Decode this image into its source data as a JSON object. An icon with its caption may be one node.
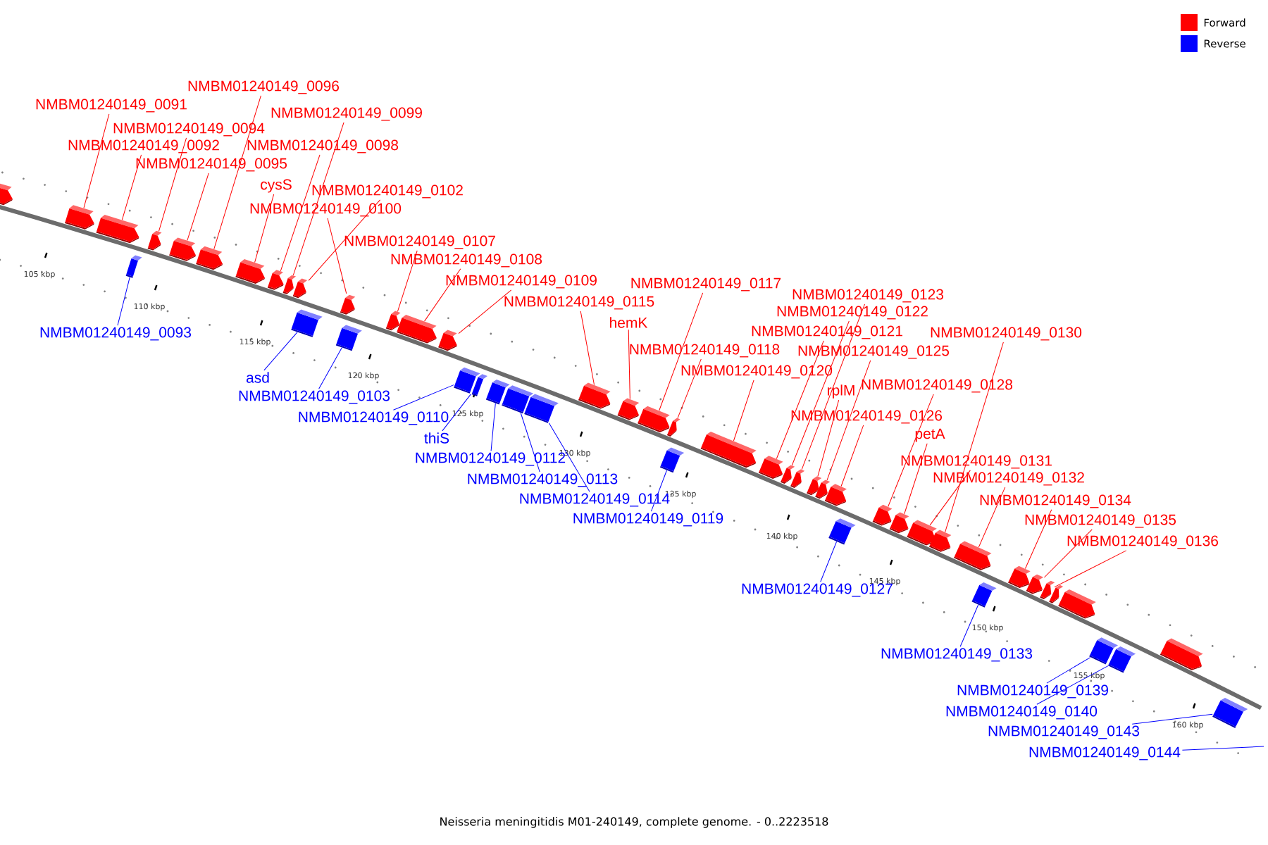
{
  "diagram": {
    "caption": "Neisseria meningitidis M01-240149, complete genome. - 0..2223518",
    "nodes": [
      {
        "text": [
          "NMBM01240149_0091"
        ]
      },
      {
        "text": [
          "NMBM01240149_0096"
        ]
      },
      {
        "text": [
          "NMBM01240149_0099"
        ]
      },
      {
        "text": [
          "NMBM01240149_0094"
        ]
      },
      {
        "text": [
          "NMBM01240149_0092"
        ]
      },
      {
        "text": [
          "NMBM01240149_0098"
        ]
      },
      {
        "text": [
          "NMBM01240149_0095"
        ]
      },
      {
        "text": [
          "cysS"
        ]
      },
      {
        "text": [
          "NMBM01240149_0102"
        ]
      },
      {
        "text": [
          "NMBM01240149_0100"
        ]
      },
      {
        "text": [
          "NMBM01240149_0107"
        ]
      },
      {
        "text": [
          "NMBM01240149_0108"
        ]
      },
      {
        "text": [
          "NMBM01240149_0109"
        ]
      },
      {
        "text": [
          "NMBM01240149_0115"
        ]
      },
      {
        "text": [
          "NMBM01240149_0117"
        ]
      },
      {
        "text": [
          "hemK"
        ]
      },
      {
        "text": [
          "NMBM01240149_0118"
        ]
      },
      {
        "text": [
          "NMBM01240149_0120"
        ]
      },
      {
        "text": [
          "NMBM01240149_0123"
        ]
      },
      {
        "text": [
          "NMBM01240149_0122"
        ]
      },
      {
        "text": [
          "NMBM01240149_0121"
        ]
      },
      {
        "text": [
          "NMBM01240149_0130"
        ]
      },
      {
        "text": [
          "NMBM01240149_0125"
        ]
      },
      {
        "text": [
          "NMBM01240149_0128"
        ]
      },
      {
        "text": [
          "rplM"
        ]
      },
      {
        "text": [
          "NMBM01240149_0126"
        ]
      },
      {
        "text": [
          "petA"
        ]
      },
      {
        "text": [
          "NMBM01240149_0131"
        ]
      },
      {
        "text": [
          "NMBM01240149_0132"
        ]
      },
      {
        "text": [
          "NMBM01240149_0134"
        ]
      },
      {
        "text": [
          "NMBM01240149_0135"
        ]
      },
      {
        "text": [
          "NMBM01240149_0136"
        ]
      },
      {
        "text": [
          "NMBM01240149_0093"
        ]
      },
      {
        "text": [
          "asd"
        ]
      },
      {
        "text": [
          "NMBM01240149_0103"
        ]
      },
      {
        "text": [
          "NMBM01240149_0110"
        ]
      },
      {
        "text": [
          "thiS"
        ]
      },
      {
        "text": [
          "NMBM01240149_0112"
        ]
      },
      {
        "text": [
          "NMBM01240149_0113"
        ]
      },
      {
        "text": [
          "NMBM01240149_0114"
        ]
      },
      {
        "text": [
          "NMBM01240149_0119"
        ]
      },
      {
        "text": [
          "NMBM01240149_0127"
        ]
      },
      {
        "text": [
          "NMBM01240149_0133"
        ]
      },
      {
        "text": [
          "NMBM01240149_0139"
        ]
      },
      {
        "text": [
          "NMBM01240149_0140"
        ]
      },
      {
        "text": [
          "NMBM01240149_0143"
        ]
      },
      {
        "text": [
          "NMBM01240149_0144"
        ]
      },
      {
        "text": [],
        "shape": "pentagon"
      },
      {
        "text": [],
        "shape": "pentagon"
      },
      {
        "text": [],
        "shape": "pentagon"
      },
      {
        "text": [],
        "shape": "pentagon"
      },
      {
        "text": [],
        "shape": "pentagon"
      },
      {
        "text": [],
        "shape": "pentagon"
      },
      {
        "text": [],
        "shape": "pentagon"
      },
      {
        "text": [],
        "shape": "pentagon"
      },
      {
        "text": [],
        "shape": "pentagon"
      },
      {
        "text": [],
        "shape": "pentagon"
      },
      {
        "text": [],
        "shape": "pentagon"
      },
      {
        "text": [],
        "shape": "pentagon"
      },
      {
        "text": [],
        "shape": "pentagon"
      },
      {
        "text": [],
        "shape": "pentagon"
      },
      {
        "text": [],
        "shape": "pentagon"
      },
      {
        "text": [],
        "shape": "pentagon"
      },
      {
        "text": [],
        "shape": "pentagon"
      },
      {
        "text": [],
        "shape": "pentagon"
      },
      {
        "text": [],
        "shape": "pentagon"
      },
      {
        "text": [],
        "shape": "pentagon"
      },
      {
        "text": [],
        "shape": "pentagon"
      },
      {
        "text": [],
        "shape": "pentagon"
      },
      {
        "text": [],
        "shape": "pentagon"
      },
      {
        "text": [],
        "shape": "pentagon"
      },
      {
        "text": [],
        "shape": "pentagon"
      },
      {
        "text": [],
        "shape": "pentagon"
      },
      {
        "text": [],
        "shape": "pentagon"
      },
      {
        "text": [],
        "shape": "pentagon"
      },
      {
        "text": [],
        "shape": "pentagon"
      },
      {
        "text": [],
        "shape": "pentagon"
      },
      {
        "text": [],
        "shape": "pentagon"
      },
      {
        "text": [],
        "shape": "pentagon"
      },
      {
        "text": [],
        "shape": "pentagon"
      },
      {
        "text": [],
        "shape": "pentagon"
      },
      {
        "text": [],
        "shape": "pentagon"
      },
      {
        "text": [],
        "shape": "pentagon"
      },
      {
        "text": [],
        "shape": "box"
      },
      {
        "text": [],
        "shape": "box"
      },
      {
        "text": [],
        "shape": "box"
      },
      {
        "text": [],
        "shape": "box"
      },
      {
        "text": [],
        "shape": "box"
      },
      {
        "text": [],
        "shape": "box"
      },
      {
        "text": [],
        "shape": "box"
      },
      {
        "text": [],
        "shape": "box"
      },
      {
        "text": [],
        "shape": "box"
      },
      {
        "text": [],
        "shape": "box"
      },
      {
        "text": [],
        "shape": "box"
      },
      {
        "text": [],
        "shape": "box"
      },
      {
        "text": [],
        "shape": "box"
      },
      {
        "text": [],
        "shape": "box"
      }
    ],
    "edges": [
      {
        "from": 0,
        "to": 48,
        "arrow": "none"
      },
      {
        "from": 1,
        "to": 52,
        "arrow": "none"
      },
      {
        "from": 2,
        "to": 55,
        "arrow": "none"
      },
      {
        "from": 3,
        "to": 50,
        "arrow": "none"
      },
      {
        "from": 4,
        "to": 49,
        "arrow": "none"
      },
      {
        "from": 5,
        "to": 54,
        "arrow": "none"
      },
      {
        "from": 6,
        "to": 51,
        "arrow": "none"
      },
      {
        "from": 7,
        "to": 53,
        "arrow": "none"
      },
      {
        "from": 8,
        "to": 56,
        "arrow": "none"
      },
      {
        "from": 9,
        "to": 57,
        "arrow": "none"
      },
      {
        "from": 10,
        "to": 58,
        "arrow": "none"
      },
      {
        "from": 11,
        "to": 59,
        "arrow": "none"
      },
      {
        "from": 12,
        "to": 60,
        "arrow": "none"
      },
      {
        "from": 13,
        "to": 61,
        "arrow": "none"
      },
      {
        "from": 14,
        "to": 63,
        "arrow": "none"
      },
      {
        "from": 15,
        "to": 62,
        "arrow": "none"
      },
      {
        "from": 16,
        "to": 64,
        "arrow": "none"
      },
      {
        "from": 17,
        "to": 65,
        "arrow": "none"
      },
      {
        "from": 18,
        "to": 68,
        "arrow": "none"
      },
      {
        "from": 19,
        "to": 67,
        "arrow": "none"
      },
      {
        "from": 20,
        "to": 66,
        "arrow": "none"
      },
      {
        "from": 21,
        "to": 75,
        "arrow": "none"
      },
      {
        "from": 22,
        "to": 70,
        "arrow": "none"
      },
      {
        "from": 23,
        "to": 72,
        "arrow": "none"
      },
      {
        "from": 24,
        "to": 69,
        "arrow": "none"
      },
      {
        "from": 25,
        "to": 71,
        "arrow": "none"
      },
      {
        "from": 26,
        "to": 73,
        "arrow": "none"
      },
      {
        "from": 27,
        "to": 74,
        "arrow": "none"
      },
      {
        "from": 28,
        "to": 76,
        "arrow": "none"
      },
      {
        "from": 29,
        "to": 77,
        "arrow": "none"
      },
      {
        "from": 30,
        "to": 78,
        "arrow": "none"
      },
      {
        "from": 31,
        "to": 79,
        "arrow": "none"
      },
      {
        "from": 32,
        "to": 83,
        "arrow": "none",
        "color": "#0000ff"
      },
      {
        "from": 33,
        "to": 84,
        "arrow": "none",
        "color": "#0000ff"
      },
      {
        "from": 34,
        "to": 85,
        "arrow": "none",
        "color": "#0000ff"
      },
      {
        "from": 35,
        "to": 86,
        "arrow": "none",
        "color": "#0000ff"
      },
      {
        "from": 36,
        "to": 87,
        "arrow": "none",
        "color": "#0000ff"
      },
      {
        "from": 37,
        "to": 88,
        "arrow": "none",
        "color": "#0000ff"
      },
      {
        "from": 38,
        "to": 89,
        "arrow": "none",
        "color": "#0000ff"
      },
      {
        "from": 39,
        "to": 90,
        "arrow": "none",
        "color": "#0000ff"
      },
      {
        "from": 40,
        "to": 91,
        "arrow": "none",
        "color": "#0000ff"
      },
      {
        "from": 41,
        "to": 92,
        "arrow": "none",
        "color": "#0000ff"
      },
      {
        "from": 42,
        "to": 93,
        "arrow": "none",
        "color": "#0000ff"
      },
      {
        "from": 43,
        "to": 94,
        "arrow": "none",
        "color": "#0000ff"
      },
      {
        "from": 44,
        "to": 95,
        "arrow": "none",
        "color": "#0000ff"
      },
      {
        "from": 45,
        "to": 96,
        "arrow": "none",
        "color": "#0000ff"
      },
      {
        "from": 46,
        "to": null,
        "arrow": "none",
        "color": "#0000ff"
      }
    ],
    "labels": [
      "105 kbp",
      "110 kbp",
      "115 kbp",
      "120 kbp",
      "125 kbp",
      "130 kbp",
      "135 kbp",
      "140 kbp",
      "145 kbp",
      "150 kbp",
      "155 kbp",
      "160 kbp"
    ],
    "legend": [
      {
        "text": "Forward",
        "color": "#ff0000"
      },
      {
        "text": "Reverse",
        "color": "#0000ff"
      }
    ]
  }
}
